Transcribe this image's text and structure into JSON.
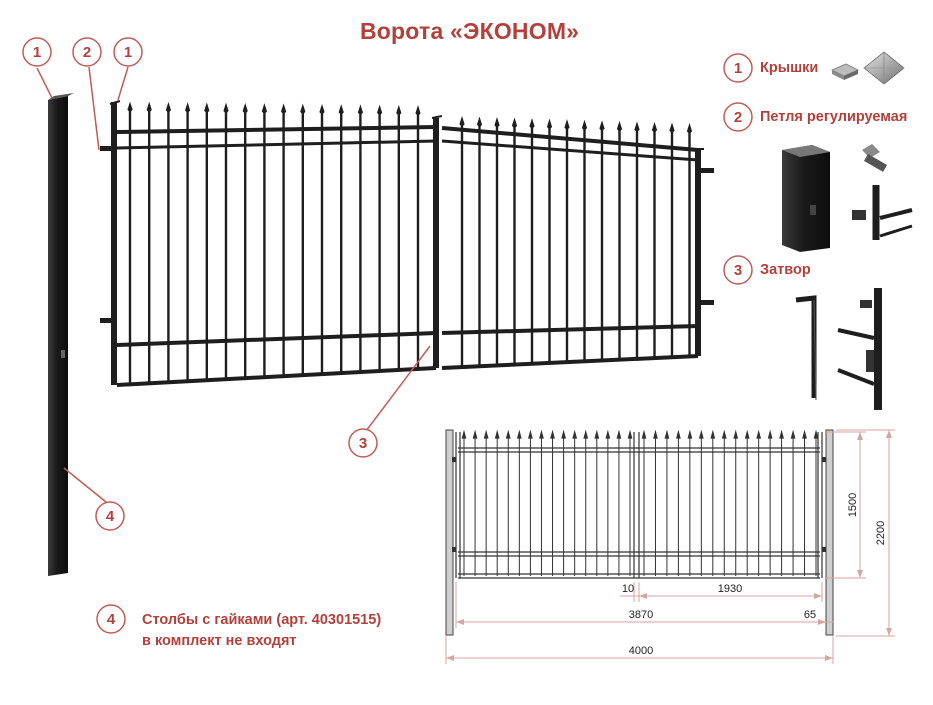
{
  "title": "Ворота «ЭКОНОМ»",
  "colors": {
    "accent": "#b3403a",
    "metal": "#1e1e1e",
    "dimension": "#d4a6a2"
  },
  "callouts": [
    "1",
    "2",
    "1",
    "3",
    "4"
  ],
  "legend": [
    {
      "number": "1",
      "label": "Крышки",
      "icon": "post-cap-icon"
    },
    {
      "number": "2",
      "label": "Петля регулируемая",
      "icon": "adjustable-hinge-icon"
    },
    {
      "number": "3",
      "label": "Затвор",
      "icon": "gate-latch-icon"
    }
  ],
  "note": {
    "number": "4",
    "line1": "Столбы с гайками (арт. 40301515)",
    "line2": "в комплект не входят"
  },
  "dimensions": {
    "leaf_height": "1500",
    "total_height": "2200",
    "gap": "10",
    "leaf_width": "1930",
    "gate_width": "3870",
    "post_offset": "65",
    "total_width": "4000"
  }
}
